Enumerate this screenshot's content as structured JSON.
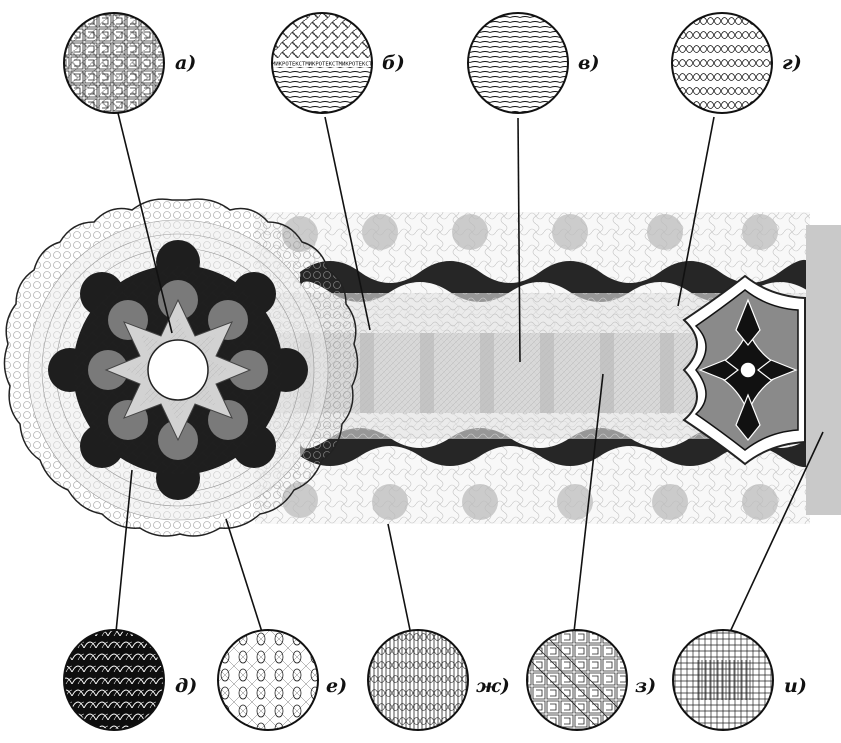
{
  "diagram": {
    "detail_labels": {
      "a": "а)",
      "b": "б)",
      "v": "в)",
      "g": "г)",
      "d": "д)",
      "e": "е)",
      "zh": "ж)",
      "z": "з)",
      "i": "и)"
    },
    "microtext": "МИКРОТЕКСТМИКРОТЕКСТМИКРОТЕКСТ",
    "colors": {
      "ink": "#111111",
      "dark_guilloche": "#262626",
      "mid_gray": "#8c8c8c",
      "light_gray": "#d4d4d4",
      "paper": "#ffffff",
      "side_strip": "#c9c9c9"
    }
  }
}
